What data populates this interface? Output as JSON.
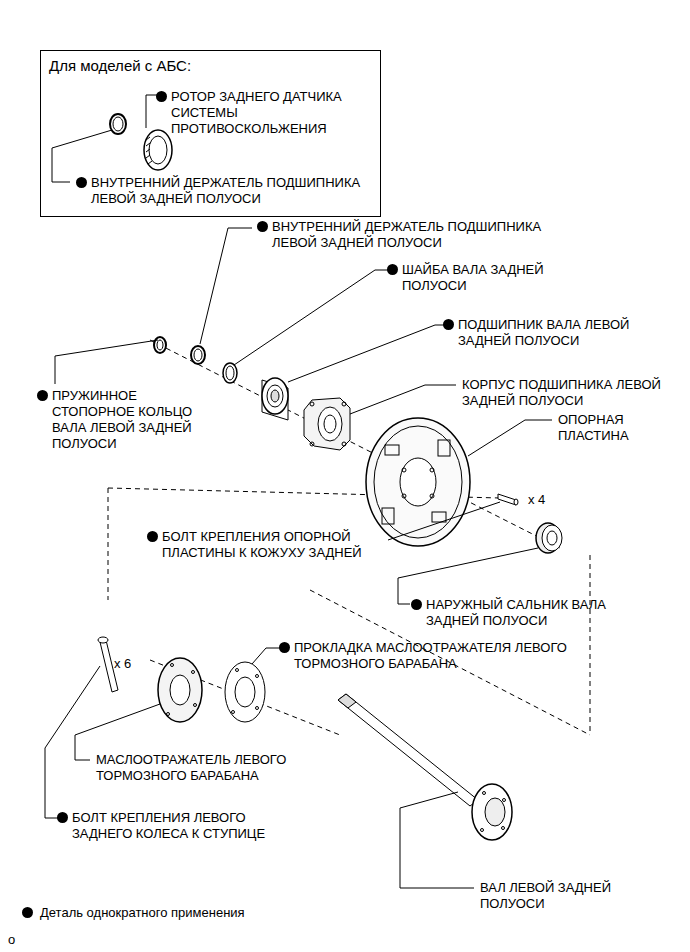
{
  "diagram": {
    "nodes": [
      {
        "text": [
          "Для моделей с АБС:",
          "РОТОР ЗАДНЕГО ДАТЧИКА СИСТЕМЫ ПРОТИВОСКОЛЬЖЕНИЯ",
          "ВНУТРЕННИЙ ДЕРЖАТЕЛЬ ПОДШИПНИКА ЛЕВОЙ ЗАДНЕЙ ПОЛУОСИ"
        ]
      }
    ],
    "labels": [
      "ВНУТРЕННИЙ ДЕРЖАТЕЛЬ ПОДШИПНИКА ЛЕВОЙ ЗАДНЕЙ ПОЛУОСИ",
      "ШАЙБА ВАЛА ЗАДНЕЙ ПОЛУОСИ",
      "ПОДШИПНИК ВАЛА ЛЕВОЙ ЗАДНЕЙ ПОЛУОСИ",
      "ПРУЖИННОЕ СТОПОРНОЕ КОЛЬЦО ВАЛА ЛЕВОЙ ЗАДНЕЙ ПОЛУОСИ",
      "КОРПУС ПОДШИПНИКА ЛЕВОЙ ЗАДНЕЙ ПОЛУОСИ",
      "ОПОРНАЯ ПЛАСТИНА",
      "x 4",
      "БОЛТ КРЕПЛЕНИЯ ОПОРНОЙ ПЛАСТИНЫ К КОЖУХУ ЗАДНЕЙ",
      "НАРУЖНЫЙ САЛЬНИК ВАЛА ЗАДНЕЙ ПОЛУОСИ",
      "x 6",
      "ПРОКЛАДКА МАСЛООТРАЖАТЕЛЯ ЛЕВОГО ТОРМОЗНОГО БАРАБАНА",
      "МАСЛООТРАЖАТЕЛЬ ЛЕВОГО ТОРМОЗНОГО БАРАБАНА",
      "БОЛТ КРЕПЛЕНИЯ ЛЕВОГО ЗАДНЕГО КОЛЕСА К СТУПИЦЕ",
      "ВАЛ ЛЕВОЙ ЗАДНЕЙ ПОЛУОСИ",
      "o"
    ],
    "legend": [
      {
        "text": "Деталь однократного применения"
      }
    ]
  }
}
